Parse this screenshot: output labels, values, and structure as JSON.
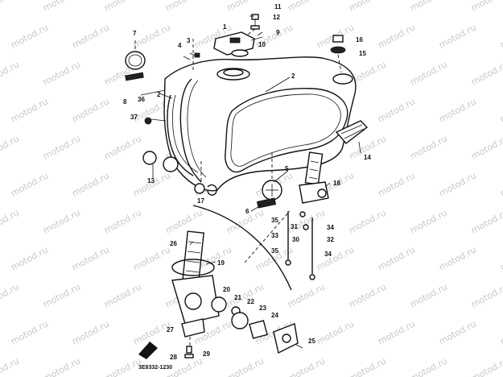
{
  "diagram": {
    "code": "3E8332-1230",
    "watermark": "motod.ru",
    "callouts": {
      "c1": "1",
      "c2a": "2",
      "c2b": "2",
      "c3": "3",
      "c4": "4",
      "c5": "5",
      "c6": "6",
      "c7": "7",
      "c8": "8",
      "c9": "9",
      "c10": "10",
      "c11": "11",
      "c12": "12",
      "c13": "13",
      "c14": "14",
      "c15": "15",
      "c16": "16",
      "c17": "17",
      "c18": "18",
      "c19": "19",
      "c20": "20",
      "c21": "21",
      "c22": "22",
      "c23": "23",
      "c24": "24",
      "c25": "25",
      "c26": "26",
      "c27": "27",
      "c28": "28",
      "c29": "29",
      "c30": "30",
      "c31": "31",
      "c32": "32",
      "c33": "33",
      "c34a": "34",
      "c34b": "34",
      "c35a": "35",
      "c35b": "35",
      "c36": "36",
      "c37": "37"
    }
  }
}
